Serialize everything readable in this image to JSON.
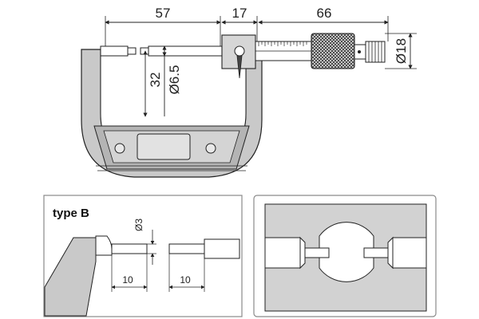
{
  "main_view": {
    "dimensions": {
      "frame_width": "57",
      "thimble_offset": "17",
      "thimble_length": "66",
      "thimble_diameter": "Ø18",
      "throat_depth": "32",
      "spindle_diameter": "Ø6.5"
    }
  },
  "detail_type_b": {
    "title": "type B",
    "dimensions": {
      "tip_diameter": "Ø3",
      "left_tip_length": "10",
      "right_tip_length": "10"
    }
  },
  "detail_gauge": {},
  "colors": {
    "frame_fill": "#c9c9c9",
    "frame_dark": "#9a9a9a",
    "stroke": "#222222",
    "panel_border": "#8a8a8a",
    "knurl": "#333333"
  }
}
